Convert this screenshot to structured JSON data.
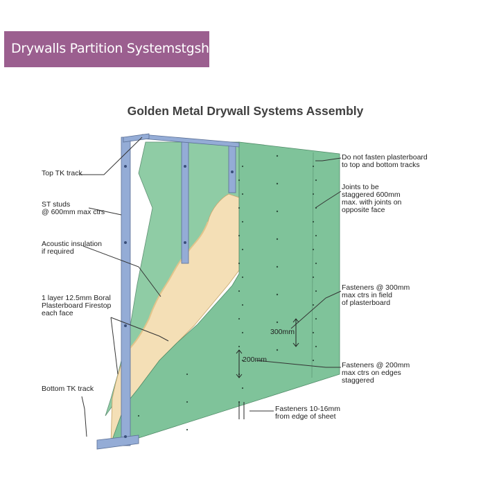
{
  "banner": {
    "text": "Drywalls Partition Systemstgshol"
  },
  "diagram": {
    "title": "Golden Metal Drywall Systems Assembly",
    "labels": {
      "top_track": "Top TK track",
      "studs": "ST studs\n@ 600mm max ctrs",
      "insulation": "Acoustic insulation\nif required",
      "plasterboard": "1 layer 12.5mm Boral\nPlasterboard Firestop\neach face",
      "bottom_track": "Bottom TK track",
      "do_not_fasten": "Do not fasten plasterboard\nto top and bottom tracks",
      "joints": "Joints to be\nstaggered 600mm\nmax. with joints on\nopposite face",
      "fasteners_300": "Fasteners @ 300mm\nmax ctrs in field\nof plasterboard",
      "fasteners_200": "Fasteners @ 200mm\nmax ctrs on edges\nstaggered",
      "fasteners_edge": "Fasteners 10-16mm\nfrom edge of sheet"
    },
    "dimensions": {
      "dim_300": "300mm",
      "dim_200": "200mm"
    },
    "colors": {
      "board_front": "#7fc39a",
      "board_back": "#8fcca5",
      "insulation": "#f4dfb6",
      "steel": "#94acd6",
      "banner": "#9b5f8f"
    }
  }
}
